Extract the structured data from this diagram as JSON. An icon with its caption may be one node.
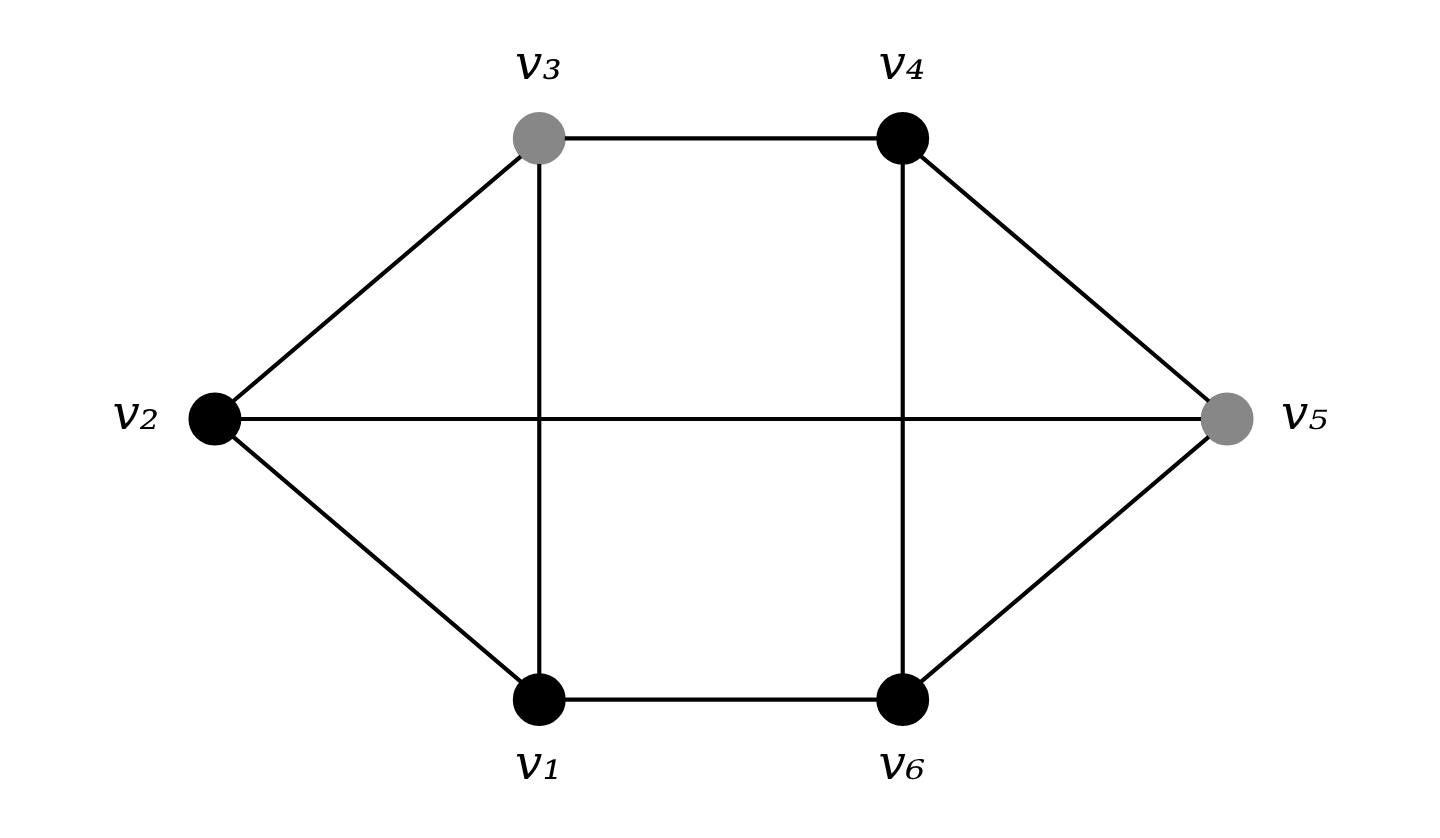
{
  "diagram": {
    "nodes": [
      {
        "text": [],
        "shape": "circle",
        "beside": [
          "v₃"
        ]
      },
      {
        "text": [],
        "shape": "circle",
        "beside": [
          "v₄"
        ]
      },
      {
        "text": [],
        "shape": "circle",
        "beside": [
          "v₂"
        ]
      },
      {
        "text": [],
        "shape": "circle",
        "beside": [
          "v₅"
        ]
      },
      {
        "text": [],
        "shape": "circle",
        "beside": [
          "v₁"
        ]
      },
      {
        "text": [],
        "shape": "circle",
        "beside": [
          "v₆"
        ]
      }
    ],
    "edges": [
      {
        "from": 0,
        "to": 1,
        "arrow": "none"
      },
      {
        "from": 0,
        "to": 2,
        "arrow": "none"
      },
      {
        "from": 0,
        "to": 4,
        "arrow": "none"
      },
      {
        "from": 1,
        "to": 5,
        "arrow": "none"
      },
      {
        "from": 1,
        "to": 3,
        "arrow": "none"
      },
      {
        "from": 2,
        "to": 3,
        "arrow": "none"
      },
      {
        "from": 2,
        "to": 4,
        "arrow": "none"
      },
      {
        "from": 3,
        "to": 5,
        "arrow": "none"
      },
      {
        "from": 4,
        "to": 5,
        "arrow": "none"
      }
    ]
  }
}
